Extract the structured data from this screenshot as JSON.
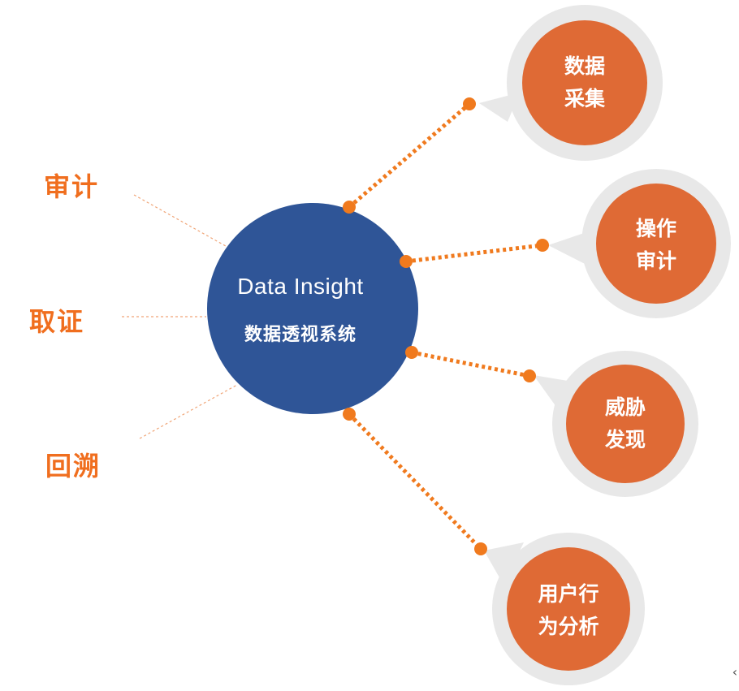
{
  "center": {
    "title": "Data Insight",
    "subtitle": "数据透视系统"
  },
  "left_labels": [
    {
      "text": "审计"
    },
    {
      "text": "取证"
    },
    {
      "text": "回溯"
    }
  ],
  "nodes": [
    {
      "line1": "数据",
      "line2": "采集"
    },
    {
      "line1": "操作",
      "line2": "审计"
    },
    {
      "line1": "威胁",
      "line2": "发现"
    },
    {
      "line1": "用户行",
      "line2": "为分析"
    }
  ],
  "colors": {
    "center_circle": "#2F5597",
    "node_fill": "#DF6A35",
    "node_ring": "#E8E8E8",
    "connector": "#F07A1E",
    "left_label": "#F06E1E",
    "left_line": "#F0A577"
  }
}
